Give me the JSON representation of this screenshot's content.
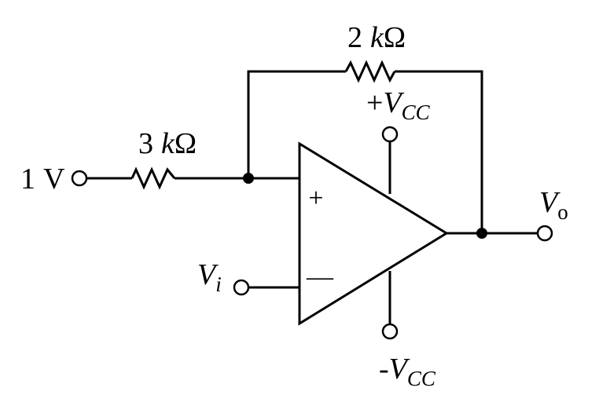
{
  "resistors": {
    "feedback": {
      "value": "2",
      "unit_prefix": "k",
      "unit_symbol": "Ω"
    },
    "input": {
      "value": "3",
      "unit_prefix": "k",
      "unit_symbol": "Ω"
    }
  },
  "sources": {
    "input_voltage": {
      "value": "1",
      "unit": "V"
    }
  },
  "nodes": {
    "vi": {
      "symbol": "V",
      "subscript": "i"
    },
    "vo": {
      "symbol": "V",
      "subscript": "o"
    }
  },
  "supply": {
    "positive": {
      "sign": "+",
      "symbol": "V",
      "subscript": "CC"
    },
    "negative": {
      "sign": "-",
      "symbol": "V",
      "subscript": "CC"
    }
  },
  "opamp": {
    "noninverting_sign": "+",
    "inverting_sign": "—"
  }
}
